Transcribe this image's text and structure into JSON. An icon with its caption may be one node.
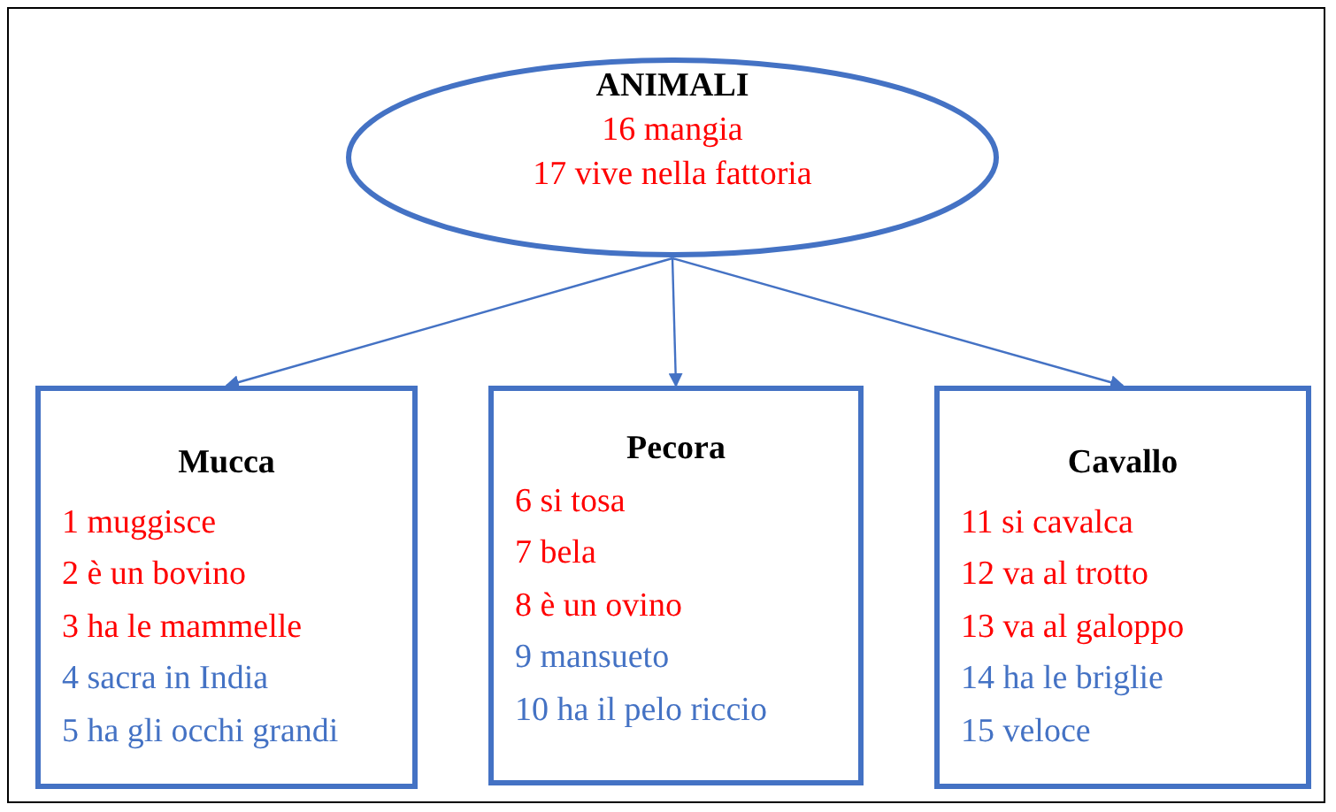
{
  "diagram": {
    "nodes": [
      {
        "text": [
          "ANIMALI",
          "16 mangia",
          "17 vive nella fattoria"
        ]
      },
      {
        "text": [
          "Mucca",
          "1 muggisce",
          "2 è un bovino",
          "3 ha le mammelle",
          "4 sacra in India",
          "5 ha gli occhi grandi"
        ]
      },
      {
        "text": [
          "Pecora",
          "6 si tosa",
          "7 bela",
          "8 è un ovino",
          "9 mansueto",
          "10 ha il pelo riccio"
        ]
      },
      {
        "text": [
          "Cavallo",
          "11 si cavalca",
          "12 va al trotto",
          "13 va al galoppo",
          "14 ha le briglie",
          "15 veloce"
        ]
      }
    ],
    "edges": [
      {
        "from": 0,
        "to": 1,
        "arrow": "to"
      },
      {
        "from": 0,
        "to": 2,
        "arrow": "to"
      },
      {
        "from": 0,
        "to": 3,
        "arrow": "to"
      }
    ]
  }
}
